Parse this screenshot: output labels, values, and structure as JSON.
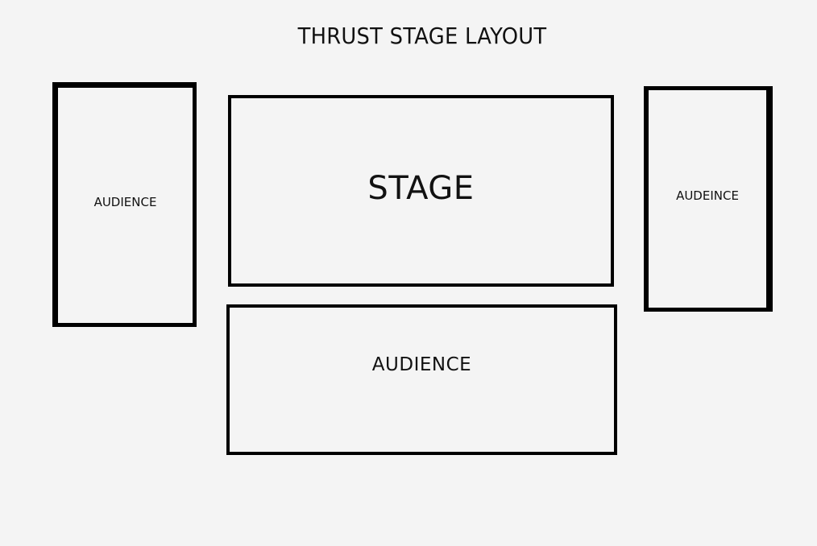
{
  "title": "THRUST STAGE LAYOUT",
  "areas": {
    "left_audience": "AUDIENCE",
    "stage": "STAGE",
    "right_audience": "AUDEINCE",
    "bottom_audience": "AUDIENCE"
  }
}
